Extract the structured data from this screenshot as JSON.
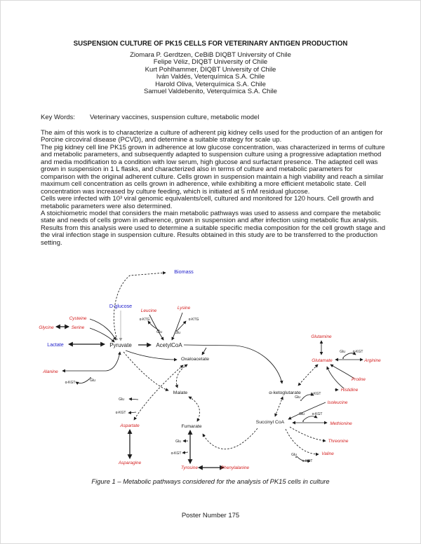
{
  "page": {
    "title": "SUSPENSION CULTURE OF PK15 CELLS FOR VETERINARY ANTIGEN PRODUCTION",
    "authors": [
      "Ziomara P. Gerdtzen, CeBiB DIQBT University of Chile",
      "Felipe Véliz, DIQBT University of Chile",
      "Kurt Pohlhammer, DIQBT University of Chile",
      "Iván Valdés, Veterquímica S.A. Chile",
      "Harold Oliva, Veterquímica S.A. Chile",
      "Samuel Valdebenito, Veterquímica S.A. Chile"
    ],
    "keywords_label": "Key Words:",
    "keywords_value": "Veterinary vaccines, suspension culture, metabolic model",
    "paragraphs": [
      "The aim of this work is to characterize a culture of adherent pig kidney cells used for the production of an antigen for Porcine circoviral disease (PCVD), and determine a suitable strategy for scale up.",
      "The pig kidney cell line PK15 grown in adherence at low glucose concentration, was characterized in terms of culture and metabolic parameters, and subsequently adapted to suspension culture using a progressive adaptation method and media modification to a condition with low serum, high glucose and surfactant presence. The adapted cell was grown in suspension in 1 L flasks, and characterized also in terms of culture and metabolic parameters for comparison with the original adherent culture. Cells grown in suspension maintain a high viability and reach a similar maximum cell concentration as cells grown in adherence, while exhibiting a more efficient metabolic state. Cell concentration was increased by culture feeding, which is initiated at 5 mM residual glucose.",
      "Cells were infected with 10³ viral genomic equivalents/cell, cultured and monitored for 120 hours. Cell growth and metabolic parameters were also determined.",
      "A stoichiometric model that considers the main metabolic pathways was used to assess and compare the metabolic state and needs of cells grown in adherence, grown in suspension and after infection using metabolic flux analysis. Results from this analysis were used to determine a suitable specific media composition for the cell growth stage and the viral infection stage in suspension culture. Results obtained in this study are to be transferred to the production setting.",
      "transferred to the production setting."
    ],
    "figure_caption": "Figure 1 – Metabolic pathways considered for the analysis of PK15 cells in culture",
    "footer": "Poster Number 175"
  },
  "diagram": {
    "colors": {
      "amino_acid_red": "#d42020",
      "substrate_blue": "#2222cc",
      "metabolite_black": "#1a1a1a",
      "glucose_line_gray": "#b0b0b0"
    },
    "labels": {
      "biomass": "Biomass",
      "dglucose": "D-glucose",
      "lactate": "Lactate",
      "pyruvate": "Pyruvate",
      "acetylcoa": "AcetylCoA",
      "oxaloacetate": "Oxaloacetate",
      "malate": "Malate",
      "fumarate": "Fumarate",
      "succinylcoa": "Succinyl CoA",
      "akg": "α-ketoglutarate",
      "cysteine": "Cysteine",
      "serine": "Serine",
      "glycine": "Glycine",
      "alanine": "Alanine",
      "leucine": "Leucine",
      "lysine": "Lysine",
      "aspartate": "Aspartate",
      "asparagine": "Asparagine",
      "tyrosine": "Tyrosine",
      "phenylalanine": "Phenylalanine",
      "glutamine": "Glutamine",
      "glutamate": "Glutamate",
      "arginine": "Arginine",
      "proline": "Proline",
      "histidine": "Histidine",
      "isoleucine": "Isoleucine",
      "methionine": "Methionine",
      "threonine": "Threonine",
      "valine": "Valine",
      "glu": "Glu",
      "akgt": "α-KGT",
      "aktg": "α-KTG"
    }
  }
}
